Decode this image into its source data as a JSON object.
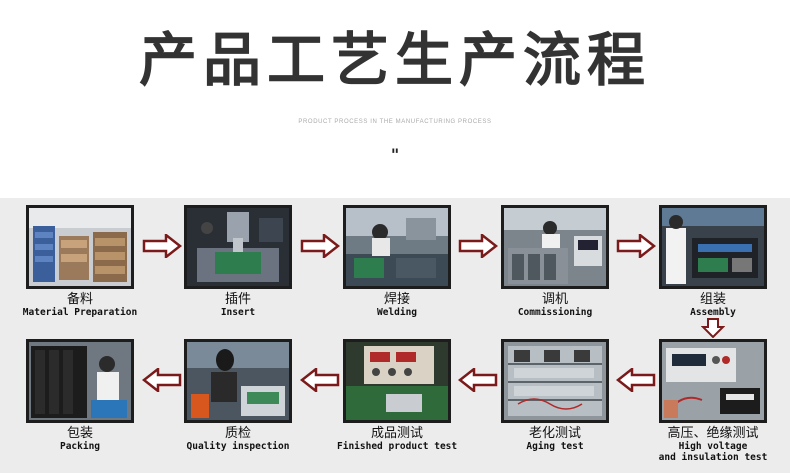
{
  "title": "产品工艺生产流程",
  "subtitle": "PRODUCT PROCESS IN THE MANUFACTURING PROCESS",
  "quote_mark": "\"",
  "colors": {
    "arrow": "#7a1a1a",
    "frame": "#1d1d1d",
    "band": "#ececec"
  },
  "steps": [
    {
      "cn": "备料",
      "en": "Material Preparation"
    },
    {
      "cn": "插件",
      "en": "Insert"
    },
    {
      "cn": "焊接",
      "en": "Welding"
    },
    {
      "cn": "调机",
      "en": "Commissioning"
    },
    {
      "cn": "组装",
      "en": "Assembly"
    },
    {
      "cn": "高压、绝缘测试",
      "en": "High voltage",
      "en2": "and insulation test"
    },
    {
      "cn": "老化测试",
      "en": "Aging test"
    },
    {
      "cn": "成品测试",
      "en": "Finished product test"
    },
    {
      "cn": "质检",
      "en": "Quality inspection"
    },
    {
      "cn": "包装",
      "en": "Packing"
    }
  ]
}
